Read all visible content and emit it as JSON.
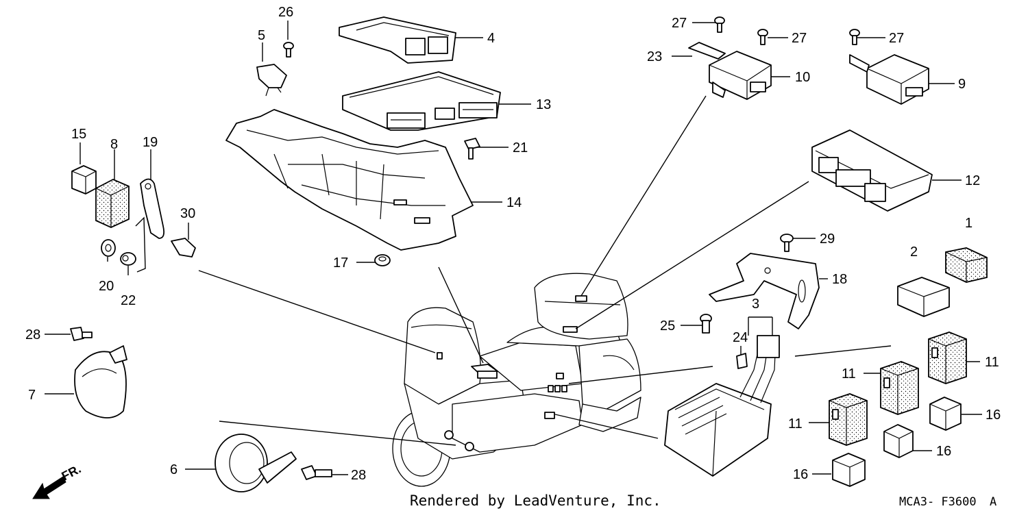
{
  "footer": {
    "credit": "Rendered by LeadVenture, Inc.",
    "code": "MCA3- F3600",
    "code_suffix": "A",
    "front_label": "FR."
  },
  "callouts": {
    "c1": "1",
    "c2": "2",
    "c3": "3",
    "c4": "4",
    "c5": "5",
    "c6": "6",
    "c7": "7",
    "c8": "8",
    "c9": "9",
    "c10": "10",
    "c11a": "11",
    "c11b": "11",
    "c11c": "11",
    "c12": "12",
    "c13": "13",
    "c14": "14",
    "c15": "15",
    "c16a": "16",
    "c16b": "16",
    "c16c": "16",
    "c17": "17",
    "c18": "18",
    "c19": "19",
    "c20": "20",
    "c21": "21",
    "c22": "22",
    "c23": "23",
    "c24": "24",
    "c25": "25",
    "c26": "26",
    "c27a": "27",
    "c27b": "27",
    "c27c": "27",
    "c28a": "28",
    "c28b": "28",
    "c29": "29",
    "c30": "30"
  }
}
